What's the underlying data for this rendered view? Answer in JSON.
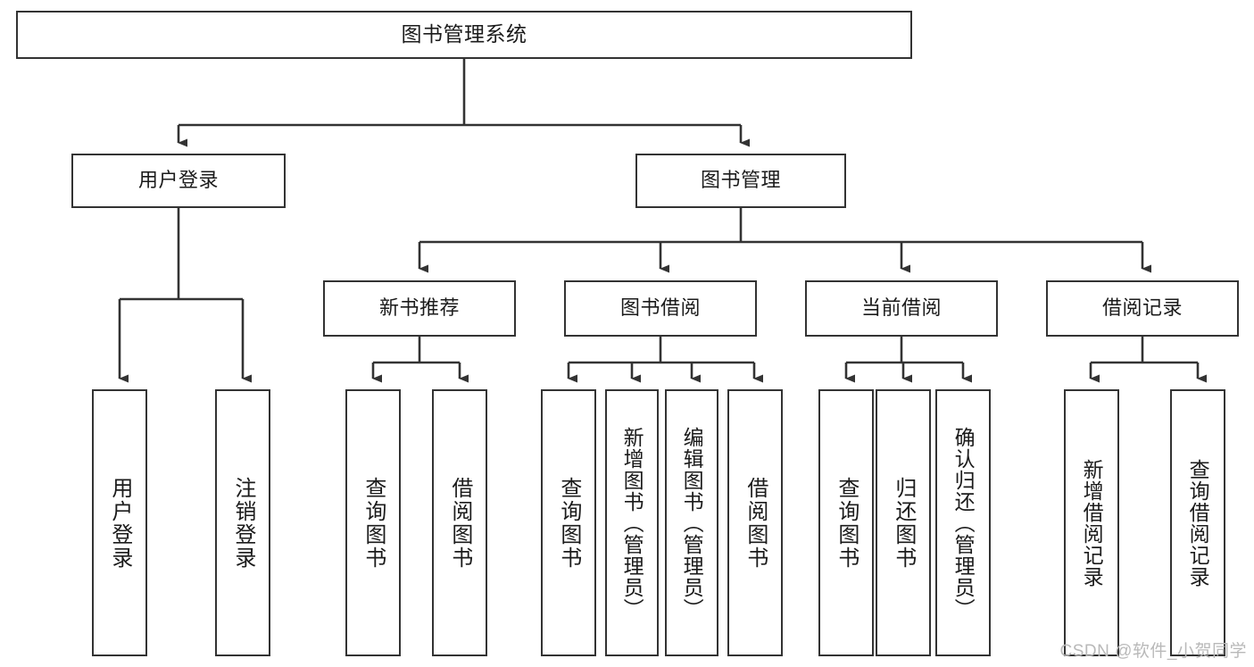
{
  "diagram": {
    "type": "tree-hierarchy-chart",
    "title": "图书管理系统",
    "colors": {
      "stroke": "#333333",
      "box_fill": "#ffffff",
      "text": "#1b1b1b",
      "background": "#ffffff",
      "watermark": "#b9b9b9"
    },
    "root": {
      "label": "图书管理系统",
      "id": "book-management-system"
    },
    "level2": [
      {
        "id": "user-login",
        "label": "用户登录"
      },
      {
        "id": "book-management",
        "label": "图书管理"
      }
    ],
    "level3": [
      {
        "id": "new-book-recommend",
        "label": "新书推荐",
        "parent": "book-management"
      },
      {
        "id": "book-borrow",
        "label": "图书借阅",
        "parent": "book-management"
      },
      {
        "id": "current-borrow",
        "label": "当前借阅",
        "parent": "book-management"
      },
      {
        "id": "borrow-record",
        "label": "借阅记录",
        "parent": "book-management"
      }
    ],
    "leaves": {
      "user_login": [
        {
          "id": "leaf-user-login",
          "label": "用户登录"
        },
        {
          "id": "leaf-logout-login",
          "label": "注销登录"
        }
      ],
      "new_book_recommend": [
        {
          "id": "leaf-query-book-1",
          "label": "查询图书"
        },
        {
          "id": "leaf-borrow-book-1",
          "label": "借阅图书"
        }
      ],
      "book_borrow": [
        {
          "id": "leaf-query-book-2",
          "label": "查询图书"
        },
        {
          "id": "leaf-add-book-admin",
          "label": "新增图书（管理员）"
        },
        {
          "id": "leaf-edit-book-admin",
          "label": "编辑图书（管理员）"
        },
        {
          "id": "leaf-borrow-book-2",
          "label": "借阅图书"
        }
      ],
      "current_borrow": [
        {
          "id": "leaf-query-book-3",
          "label": "查询图书"
        },
        {
          "id": "leaf-return-book",
          "label": "归还图书"
        },
        {
          "id": "leaf-confirm-return-admin",
          "label": "确认归还（管理员）"
        }
      ],
      "borrow_record": [
        {
          "id": "leaf-add-borrow-record",
          "label": "新增借阅记录"
        },
        {
          "id": "leaf-query-borrow-record",
          "label": "查询借阅记录"
        }
      ]
    },
    "watermark": "CSDN @软件_小贺同学"
  }
}
